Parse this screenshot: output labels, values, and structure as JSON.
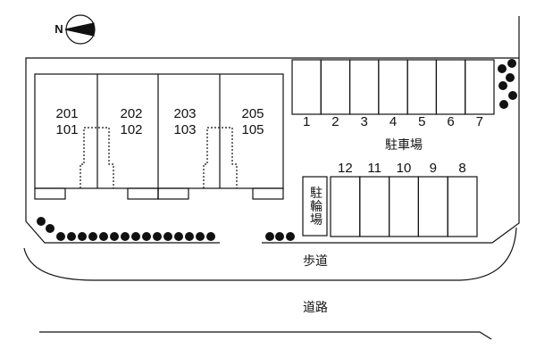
{
  "compass": {
    "label": "N"
  },
  "units": [
    {
      "upper": "201",
      "lower": "101"
    },
    {
      "upper": "202",
      "lower": "102"
    },
    {
      "upper": "203",
      "lower": "103"
    },
    {
      "upper": "205",
      "lower": "105"
    }
  ],
  "parking_top": [
    "1",
    "2",
    "3",
    "4",
    "5",
    "6",
    "7"
  ],
  "parking_bottom": [
    "12",
    "11",
    "10",
    "9",
    "8"
  ],
  "parking_label": "駐車場",
  "bicycle_label": "駐輪場",
  "sidewalk_label": "歩道",
  "road_label": "道路"
}
